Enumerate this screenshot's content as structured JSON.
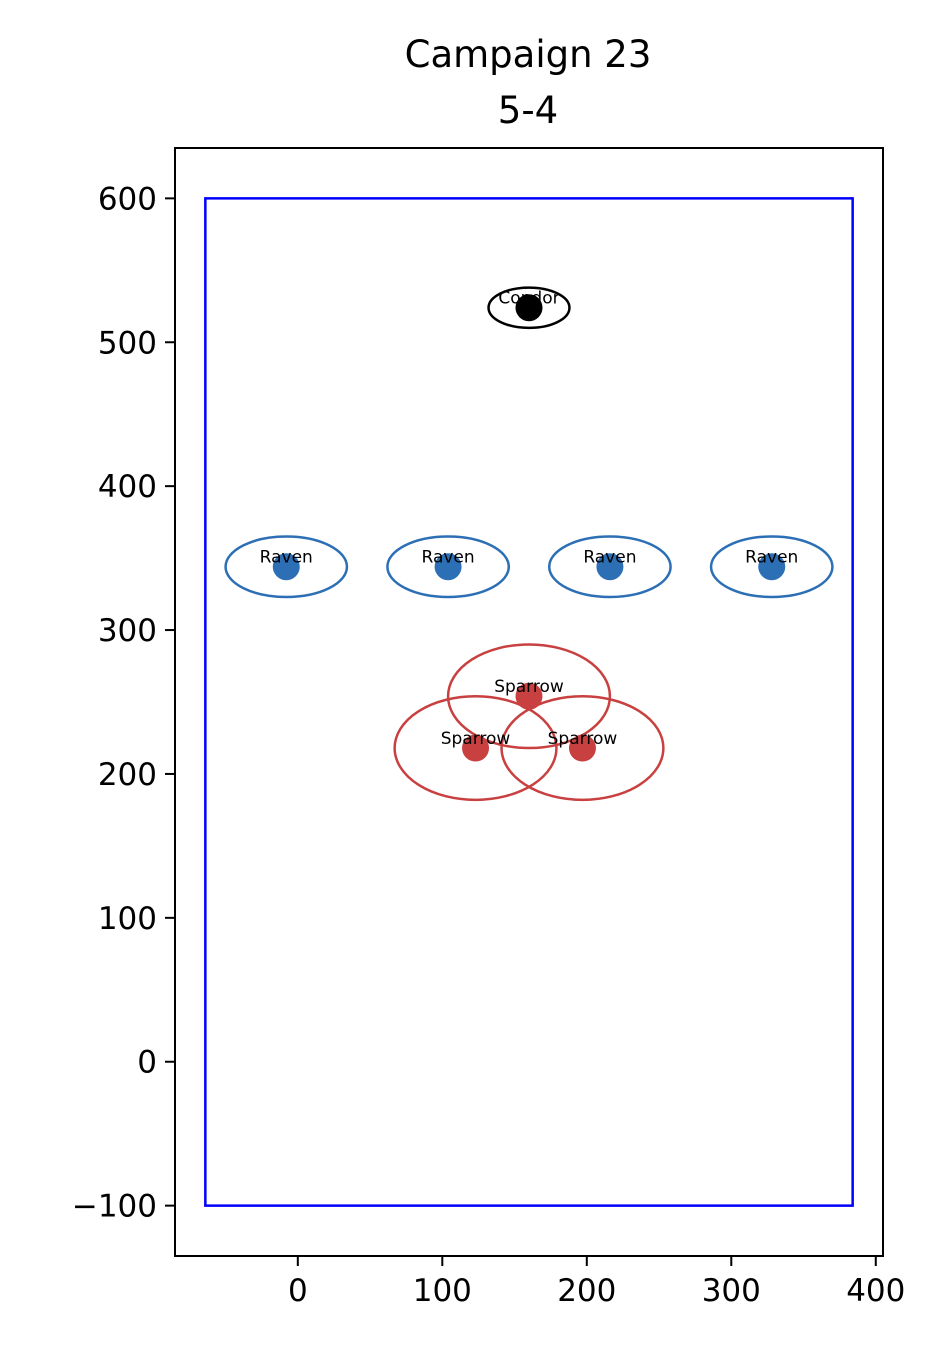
{
  "chart_data": {
    "type": "scatter",
    "title": "Campaign 23",
    "subtitle": "5-4",
    "xlabel": "",
    "ylabel": "",
    "xlim": [
      -85,
      405
    ],
    "ylim": [
      -135,
      635
    ],
    "x_ticks": [
      0,
      100,
      200,
      300,
      400
    ],
    "y_ticks": [
      -100,
      0,
      100,
      200,
      300,
      400,
      500,
      600
    ],
    "x_tick_labels": [
      "0",
      "100",
      "200",
      "300",
      "400"
    ],
    "y_tick_labels": [
      "−100",
      "0",
      "100",
      "200",
      "300",
      "400",
      "500",
      "600"
    ],
    "grid": false,
    "legend": "none",
    "boundary": {
      "x": [
        -64,
        384
      ],
      "y": [
        -100,
        600
      ],
      "color": "#0000ff"
    },
    "colors": {
      "Condor": "#000000",
      "Raven": "#2c6fb5",
      "Sparrow": "#c84040"
    },
    "points": [
      {
        "label": "Condor",
        "x": 160,
        "y": 524,
        "rx": 28,
        "ry": 14
      },
      {
        "label": "Raven",
        "x": -8,
        "y": 344,
        "rx": 42,
        "ry": 21
      },
      {
        "label": "Raven",
        "x": 104,
        "y": 344,
        "rx": 42,
        "ry": 21
      },
      {
        "label": "Raven",
        "x": 216,
        "y": 344,
        "rx": 42,
        "ry": 21
      },
      {
        "label": "Raven",
        "x": 328,
        "y": 344,
        "rx": 42,
        "ry": 21
      },
      {
        "label": "Sparrow",
        "x": 160,
        "y": 254,
        "rx": 56,
        "ry": 36
      },
      {
        "label": "Sparrow",
        "x": 123,
        "y": 218,
        "rx": 56,
        "ry": 36
      },
      {
        "label": "Sparrow",
        "x": 197,
        "y": 218,
        "rx": 56,
        "ry": 36
      }
    ]
  }
}
